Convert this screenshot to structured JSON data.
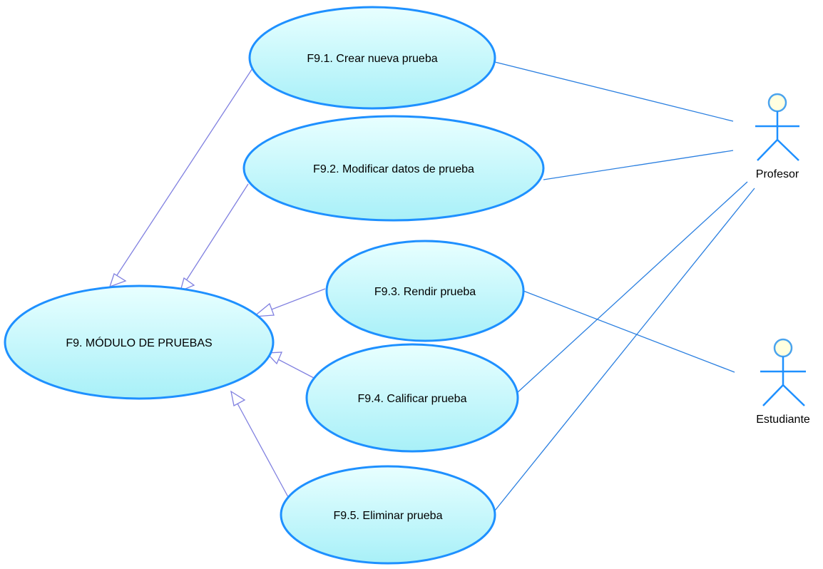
{
  "diagram": {
    "main_use_case": {
      "id": "F9",
      "label": "F9. MÓDULO DE PRUEBAS"
    },
    "use_cases": [
      {
        "id": "F9.1",
        "label": "F9.1. Crear nueva prueba"
      },
      {
        "id": "F9.2",
        "label": "F9.2. Modificar datos de prueba"
      },
      {
        "id": "F9.3",
        "label": "F9.3. Rendir prueba"
      },
      {
        "id": "F9.4",
        "label": "F9.4. Calificar prueba"
      },
      {
        "id": "F9.5",
        "label": "F9.5. Eliminar prueba"
      }
    ],
    "actors": [
      {
        "id": "profesor",
        "label": "Profesor"
      },
      {
        "id": "estudiante",
        "label": "Estudiante"
      }
    ],
    "generalizations": [
      {
        "from": "F9.1",
        "to": "F9"
      },
      {
        "from": "F9.2",
        "to": "F9"
      },
      {
        "from": "F9.3",
        "to": "F9"
      },
      {
        "from": "F9.4",
        "to": "F9"
      },
      {
        "from": "F9.5",
        "to": "F9"
      }
    ],
    "associations": [
      {
        "actor": "profesor",
        "use_case": "F9.1"
      },
      {
        "actor": "profesor",
        "use_case": "F9.2"
      },
      {
        "actor": "profesor",
        "use_case": "F9.4"
      },
      {
        "actor": "profesor",
        "use_case": "F9.5"
      },
      {
        "actor": "estudiante",
        "use_case": "F9.3"
      }
    ],
    "colors": {
      "use_case_fill_top": "#e8ffff",
      "use_case_fill_bottom": "#a8f0f8",
      "use_case_stroke": "#1e90ff",
      "association_line": "#2a7fe0",
      "generalization_line": "#8080e0",
      "actor_stroke": "#1e90ff",
      "actor_head_fill": "#ffffe0",
      "actor_head_stroke": "#4aa3ee"
    }
  }
}
